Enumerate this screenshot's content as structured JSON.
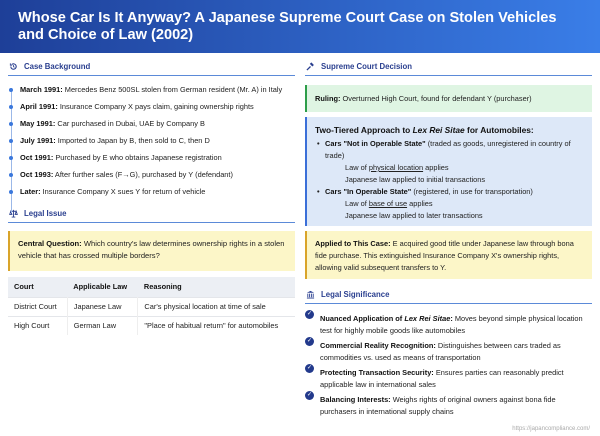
{
  "title": "Whose Car Is It Anyway? A Japanese Supreme Court Case on Stolen Vehicles and Choice of Law (2002)",
  "background": {
    "heading": "Case Background",
    "items": [
      {
        "date": "March 1991:",
        "text": " Mercedes Benz 500SL stolen from German resident (Mr. A) in Italy"
      },
      {
        "date": "April 1991:",
        "text": " Insurance Company X pays claim, gaining ownership rights"
      },
      {
        "date": "May 1991:",
        "text": " Car purchased in Dubai, UAE by Company B"
      },
      {
        "date": "July 1991:",
        "text": " Imported to Japan by B, then sold to C, then D"
      },
      {
        "date": "Oct 1991:",
        "text": " Purchased by E who obtains Japanese registration"
      },
      {
        "date": "Oct 1993:",
        "text": " After further sales (F→G), purchased by Y (defendant)"
      },
      {
        "date": "Later:",
        "text": " Insurance Company X sues Y for return of vehicle"
      }
    ]
  },
  "issue": {
    "heading": "Legal Issue",
    "label": "Central Question:",
    "text": " Which country's law determines ownership rights in a stolen vehicle that has crossed multiple borders?"
  },
  "table": {
    "headers": [
      "Court",
      "Applicable Law",
      "Reasoning"
    ],
    "rows": [
      [
        "District Court",
        "Japanese Law",
        "Car's physical location at time of sale"
      ],
      [
        "High Court",
        "German Law",
        "\"Place of habitual return\" for automobiles"
      ]
    ]
  },
  "decision": {
    "heading": "Supreme Court Decision",
    "ruling_label": "Ruling:",
    "ruling_text": " Overturned High Court, found for defendant Y (purchaser)",
    "approach_title_a": "Two-Tiered Approach to ",
    "approach_title_em": "Lex Rei Sitae",
    "approach_title_b": " for Automobiles:",
    "tiers": [
      {
        "label": "Cars \"Not in Operable State\"",
        "desc": " (traded as goods, unregistered in country of trade)",
        "law_a": "Law of ",
        "law_u": "physical location",
        "law_b": " applies",
        "applied": "Japanese law applied to initial transactions"
      },
      {
        "label": "Cars \"In Operable State\"",
        "desc": " (registered, in use for transportation)",
        "law_a": "Law of ",
        "law_u": "base of use",
        "law_b": " applies",
        "applied": "Japanese law applied to later transactions"
      }
    ],
    "applied_label": "Applied to This Case:",
    "applied_text": " E acquired good title under Japanese law through bona fide purchase. This extinguished Insurance Company X's ownership rights, allowing valid subsequent transfers to Y."
  },
  "significance": {
    "heading": "Legal Significance",
    "items": [
      {
        "label_a": "Nuanced Application of ",
        "label_em": "Lex Rei Sitae",
        "label_b": ":",
        "text": " Moves beyond simple physical location test for highly mobile goods like automobiles"
      },
      {
        "label_a": "Commercial Reality Recognition:",
        "label_em": "",
        "label_b": "",
        "text": " Distinguishes between cars traded as commodities vs. used as means of transportation"
      },
      {
        "label_a": "Protecting Transaction Security:",
        "label_em": "",
        "label_b": "",
        "text": " Ensures parties can reasonably predict applicable law in international sales"
      },
      {
        "label_a": "Balancing Interests:",
        "label_em": "",
        "label_b": "",
        "text": " Weighs rights of original owners against bona fide purchasers in international supply chains"
      }
    ]
  },
  "footer": "https://japancompliance.com/"
}
